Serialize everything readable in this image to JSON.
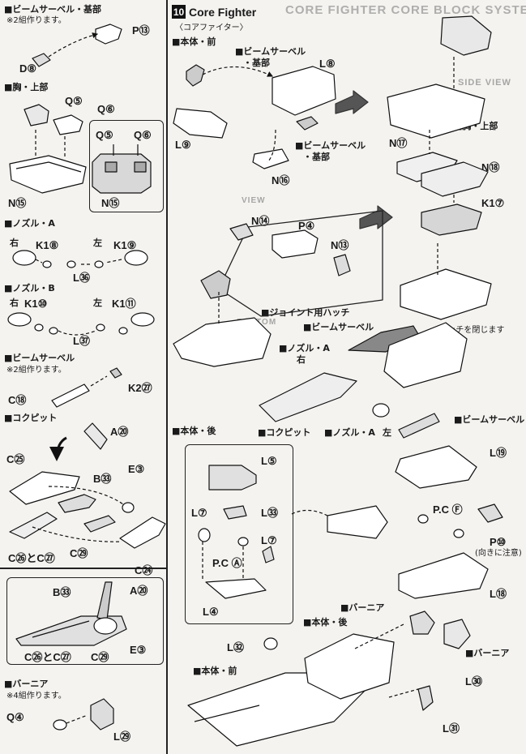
{
  "left_column": {
    "beam_saber_base": {
      "title": "■ビームサーベル・基部",
      "note": "※2組作ります。",
      "parts": [
        "P⑬",
        "D⑧"
      ]
    },
    "chest_upper": {
      "title": "■胸・上部",
      "parts": [
        "Q⑤",
        "Q⑥",
        "N⑮"
      ],
      "inset_parts": [
        "Q⑤",
        "Q⑥",
        "N⑮"
      ]
    },
    "nozzle_a": {
      "title": "■ノズル・A",
      "right": "右",
      "left": "左",
      "parts": [
        "K1⑧",
        "K1⑨",
        "L㊱"
      ]
    },
    "nozzle_b": {
      "title": "■ノズル・B",
      "right": "右",
      "left": "左",
      "parts": [
        "K1⑩",
        "K1⑪",
        "L㊲"
      ]
    },
    "beam_saber": {
      "title": "■ビームサーベル",
      "note": "※2組作ります。",
      "parts": [
        "C⑱",
        "K2㉗"
      ]
    },
    "cockpit": {
      "title": "■コクピット",
      "parts": [
        "A⑳",
        "C㉕",
        "B㉝",
        "E③",
        "C㉖とC㉗",
        "C㉙",
        "C㉔"
      ],
      "inset_parts": [
        "B㉝",
        "A⑳",
        "C㉖とC㉗",
        "E③",
        "C㉙"
      ]
    },
    "vernier": {
      "title": "■バーニア",
      "note": "※4組作ります。",
      "parts": [
        "Q④",
        "L㉙"
      ]
    }
  },
  "step": {
    "number": "10",
    "title": "Core Fighter",
    "subtitle": "〈コアファイター〉"
  },
  "right_column": {
    "body_front_title": "■本体・前",
    "beam_saber_base_label_1": "■ビームサーベル",
    "beam_saber_base_label_1b": "・基部",
    "beam_saber_base_label_2": "■ビームサーベル",
    "beam_saber_base_label_2b": "・基部",
    "chest_upper_label": "■胸・上部",
    "joint_hatch_label": "■ジョイント用ハッチ",
    "beam_saber_label_1": "■ビームサーベル",
    "hatch_note": "※ハッチを閉じます",
    "nozzle_a_right_label": "■ノズル・A",
    "nozzle_a_right_side": "右",
    "cockpit_label": "■コクピット",
    "nozzle_a_left_label": "■ノズル・A",
    "nozzle_a_left_side": "左",
    "beam_saber_label_2": "■ビームサーベル",
    "body_rear_title": "■本体・後",
    "vernier_label_1": "■バーニア",
    "vernier_label_2": "■バーニア",
    "body_rear_label": "■本体・後",
    "body_front_label": "■本体・前",
    "orientation_note": "(向きに注意)",
    "parts": {
      "L8": "L⑧",
      "L9": "L⑨",
      "N16": "N⑯",
      "N17": "N⑰",
      "N18": "N⑱",
      "K17": "K1⑦",
      "N14": "N⑭",
      "P4": "P④",
      "N13": "N⑬",
      "L5": "L⑤",
      "L7a": "L⑦",
      "L33": "L㉝",
      "L7b": "L⑦",
      "PCA": "P.C Ⓐ",
      "L4": "L④",
      "L19": "L⑲",
      "PCF": "P.C Ⓕ",
      "P10": "P⑩",
      "L18": "L⑱",
      "L32": "L㉜",
      "L30": "L㉚",
      "L31": "L㉛"
    }
  },
  "background_banners": {
    "top": "CORE FIGHTER CORE BLOCK SYSTEM",
    "side_view": "SIDE VIEW",
    "view": "VIEW",
    "bottom": "BOTTOM"
  }
}
